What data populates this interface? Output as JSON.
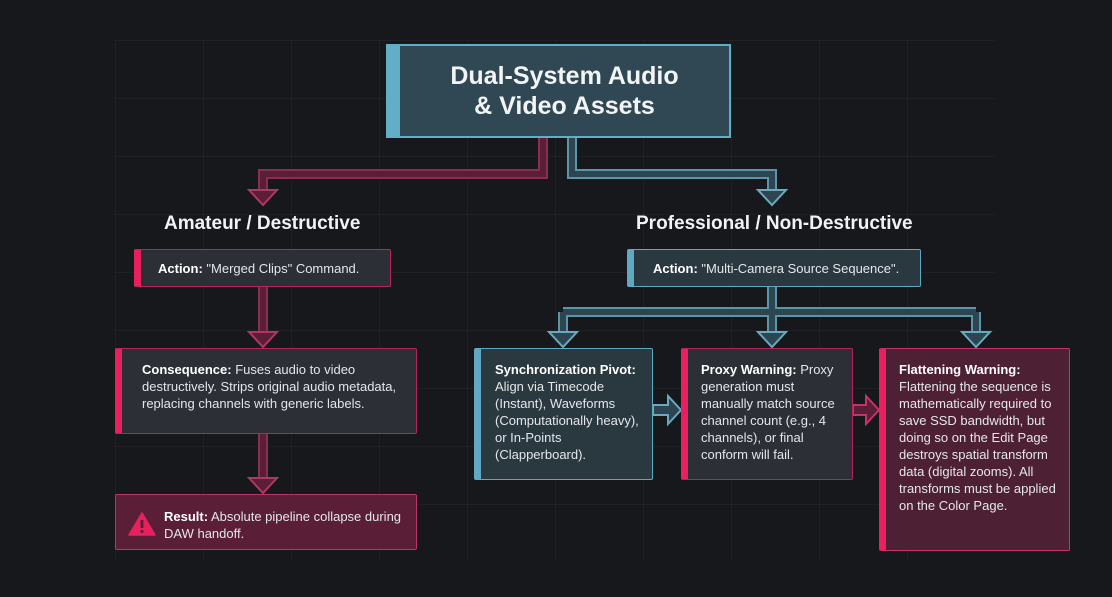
{
  "root": {
    "title_line1": "Dual-System Audio",
    "title_line2": "& Video Assets"
  },
  "left": {
    "heading": "Amateur / Destructive",
    "action": {
      "label": "Action:",
      "text": " \"Merged Clips\" Command."
    },
    "consequence": {
      "label": "Consequence:",
      "text": " Fuses audio to video destructively. Strips original audio metadata, replacing channels with generic labels."
    },
    "result": {
      "label": "Result:",
      "text": " Absolute pipeline collapse during DAW handoff."
    }
  },
  "right": {
    "heading": "Professional / Non-Destructive",
    "action": {
      "label": "Action:",
      "text": " \"Multi-Camera Source Sequence\"."
    },
    "sync": {
      "label": "Synchronization Pivot:",
      "text": " Align via Timecode (Instant), Waveforms (Computationally heavy), or In-Points (Clapperboard)."
    },
    "proxy": {
      "label": "Proxy Warning:",
      "text": " Proxy generation must manually match source channel count (e.g., 4 channels), or final conform will fail."
    },
    "flatten": {
      "label": "Flattening Warning:",
      "text": " Flattening the sequence is mathematically required to save SSD bandwidth, but doing so on the Edit Page destroys spatial transform data (digital zooms). All transforms must be applied on the Color Page."
    }
  },
  "colors": {
    "background": "#16181c",
    "red_accent": "#e8205f",
    "blue_accent": "#62aec7",
    "red_wire": "#a83a5e",
    "blue_wire": "#5d95a8"
  },
  "icons": {
    "warning": "warning-triangle-icon"
  }
}
